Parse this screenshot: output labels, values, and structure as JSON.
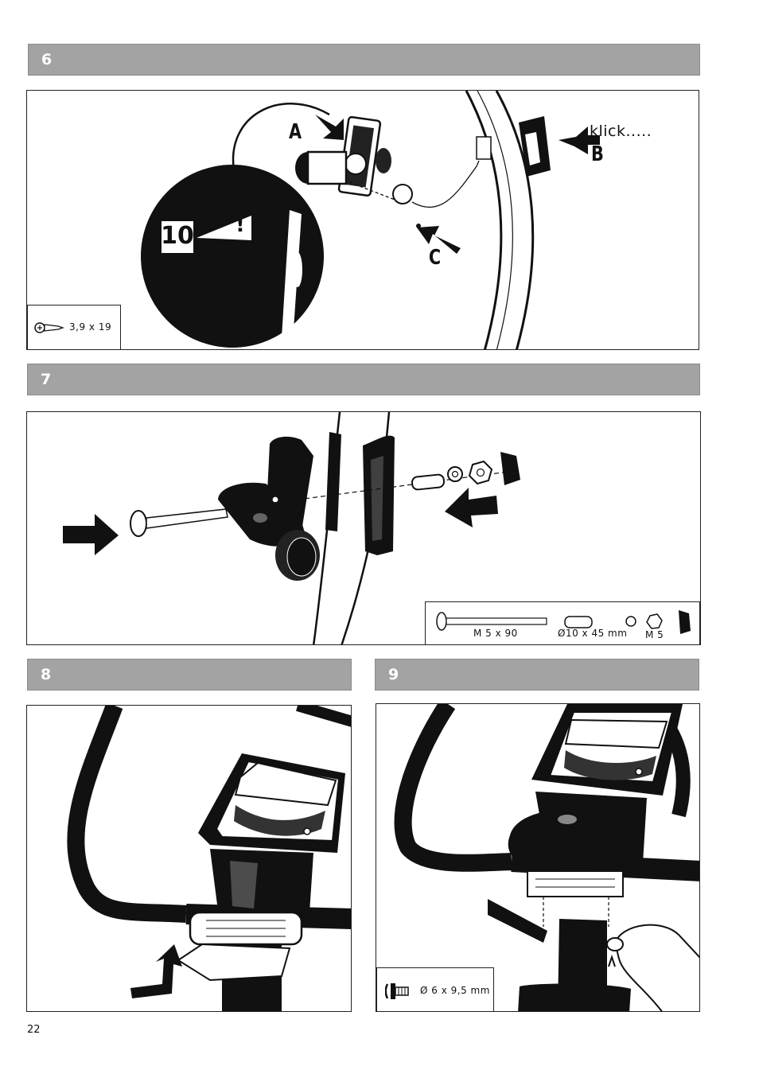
{
  "steps": [
    {
      "number": "6",
      "callouts": {
        "a": "A",
        "b": "B",
        "c": "C",
        "klick": "klick.....",
        "badge": "10",
        "warning": "!"
      },
      "parts": [
        "3,9 x 19"
      ]
    },
    {
      "number": "7",
      "parts": [
        "M 5 x 90",
        "Ø10 x 45 mm",
        "M 5"
      ]
    },
    {
      "number": "8"
    },
    {
      "number": "9",
      "parts": [
        "Ø 6 x 9,5 mm"
      ]
    }
  ],
  "page": {
    "number": "22"
  }
}
